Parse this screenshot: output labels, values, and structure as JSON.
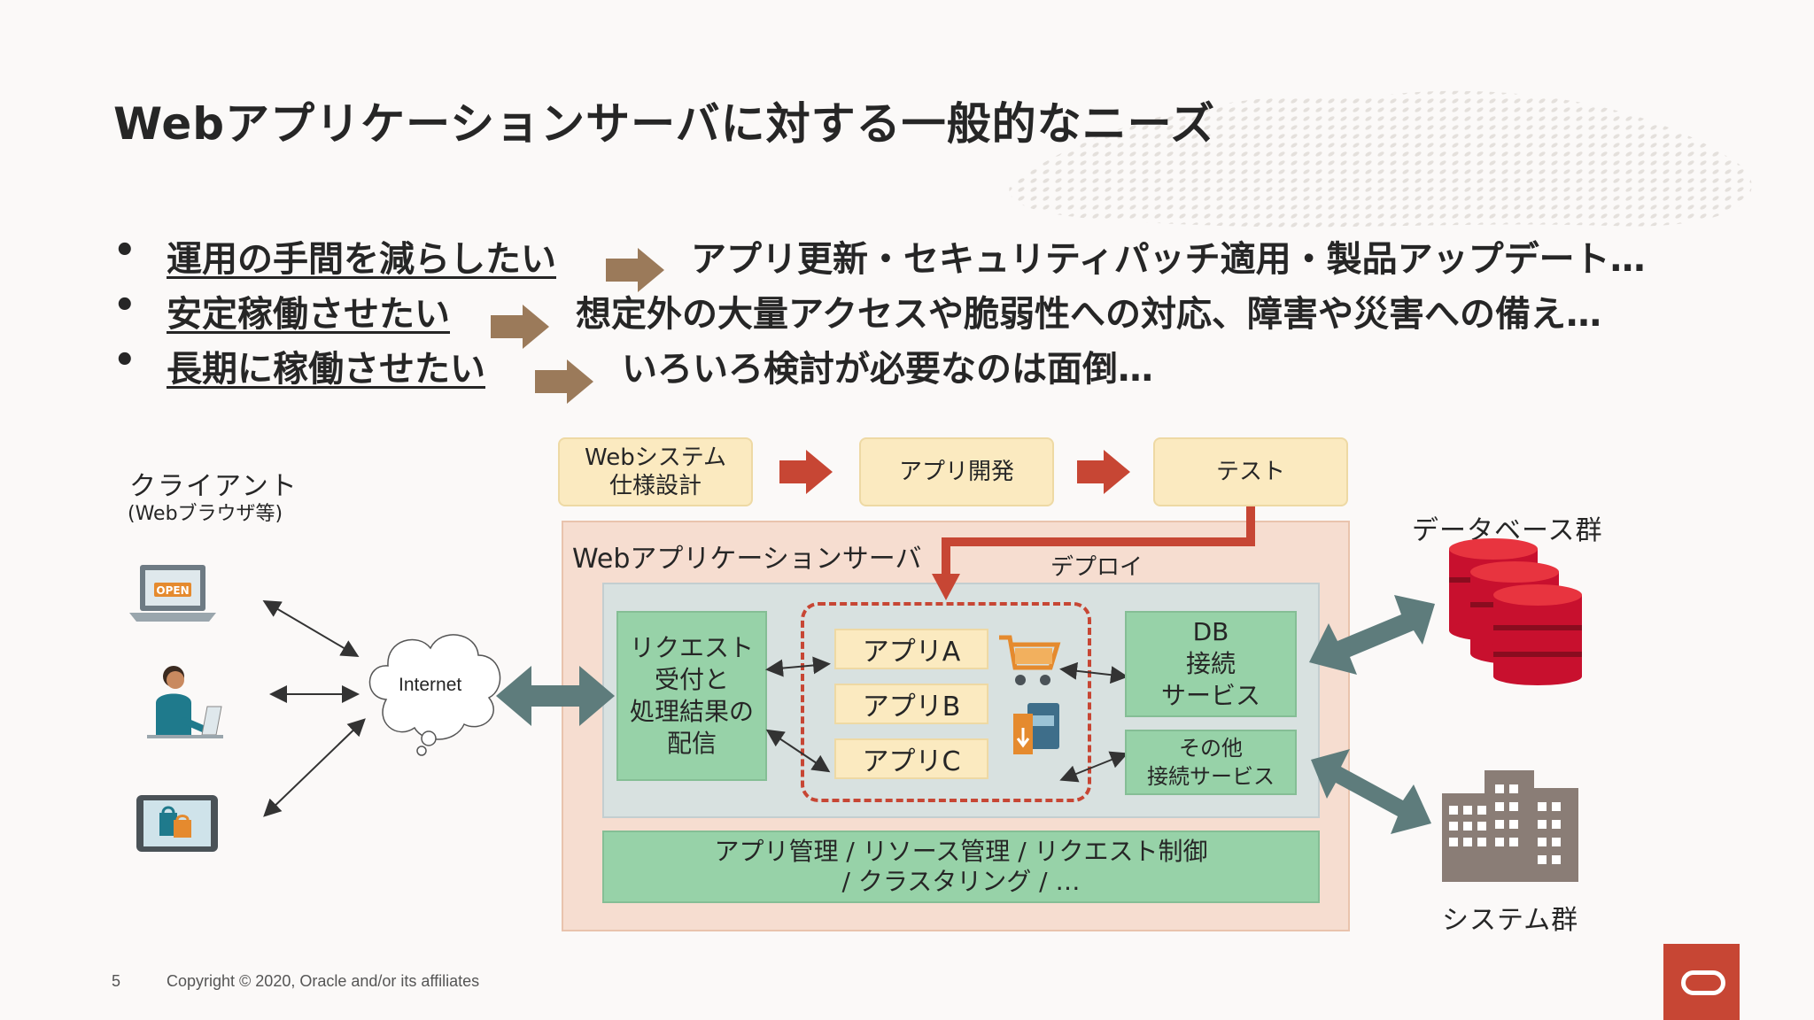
{
  "title": "Webアプリケーションサーバに対する一般的なニーズ",
  "bullets": [
    {
      "need": "運用の手間を減らしたい",
      "desc": "アプリ更新・セキュリティパッチ適用・製品アップデート…"
    },
    {
      "need": "安定稼働させたい",
      "desc": "想定外の大量アクセスや脆弱性への対応、障害や災害への備え…"
    },
    {
      "need": "長期に稼働させたい",
      "desc": "いろいろ検討が必要なのは面倒…"
    }
  ],
  "bullet_marker": "•",
  "diagram": {
    "client_label": "クライアント",
    "client_sub": "(Webブラウザ等)",
    "open_sign": "OPEN",
    "internet": "Internet",
    "steps": [
      "Webシステム\n仕様設計",
      "アプリ開発",
      "テスト"
    ],
    "server_label": "Webアプリケーションサーバ",
    "deploy": "デプロイ",
    "request_box": "リクエスト\n受付と\n処理結果の\n配信",
    "apps": [
      "アプリA",
      "アプリB",
      "アプリC"
    ],
    "db_service": "DB\n接続\nサービス",
    "other_service": "その他\n接続サービス",
    "management": "アプリ管理 / リソース管理 / リクエスト制御\n/ クラスタリング / …",
    "database_group": "データベース群",
    "system_group": "システム群"
  },
  "footer": {
    "page_number": "5",
    "copyright": "Copyright © 2020, Oracle and/or its affiliates"
  },
  "colors": {
    "accent_red": "#c74634",
    "arrow_brown": "#9b7a5a",
    "arrow_teal": "#5e7c7c",
    "server_bg": "#f6ddd0",
    "inner_bg": "#d8e1e0",
    "green_box": "#97d2a8",
    "step_box": "#fbeac0"
  }
}
